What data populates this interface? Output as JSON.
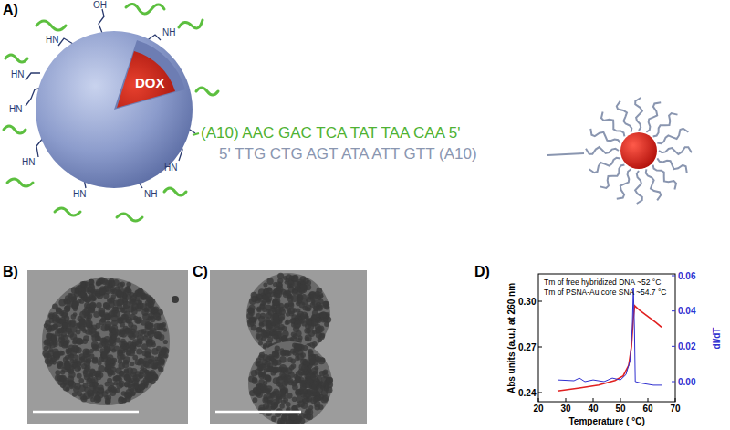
{
  "diagram": {
    "nodes": [
      {
        "text": [
          "DOX"
        ]
      }
    ],
    "labels": [
      "A)",
      "OH",
      "NH",
      "HN",
      "HN",
      "HN",
      "HN",
      "NH",
      "HN",
      "HN",
      "(A10) AAC GAC TCA TAT TAA CAA 5'",
      "5' TTG CTG AGT ATA ATT GTT (A10)",
      "B)",
      "C)",
      "D)",
      "Tm of free hybridized DNA ~52 °C",
      "Tm of PSNA-Au core SNA ~54.7 °C",
      "Abs units (a.u.) at 260 nm",
      "0.30",
      "0.27",
      "0.24",
      "20",
      "30",
      "40",
      "50",
      "60",
      "70",
      "Temperature ( °C)",
      "dI/dT",
      "0.00",
      "0.02",
      "0.04",
      "0.06"
    ]
  }
}
